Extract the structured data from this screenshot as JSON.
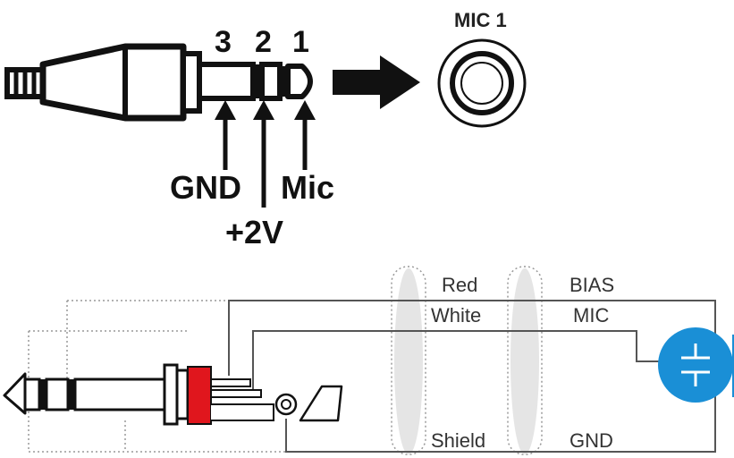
{
  "top": {
    "socket_label": "MIC 1",
    "pin_3": "3",
    "pin_2": "2",
    "pin_1": "1",
    "gnd_label": "GND",
    "bias_label": "+2V",
    "mic_label": "Mic"
  },
  "bottom": {
    "wire_red": "Red",
    "wire_white": "White",
    "wire_shield": "Shield",
    "signal_bias": "BIAS",
    "signal_mic": "MIC",
    "signal_gnd": "GND"
  },
  "colors": {
    "plug_dark": "#111111",
    "insulator_red": "#e0161d",
    "capsule_blue": "#1a8fd6",
    "shield_band": "#dcdcdc"
  }
}
